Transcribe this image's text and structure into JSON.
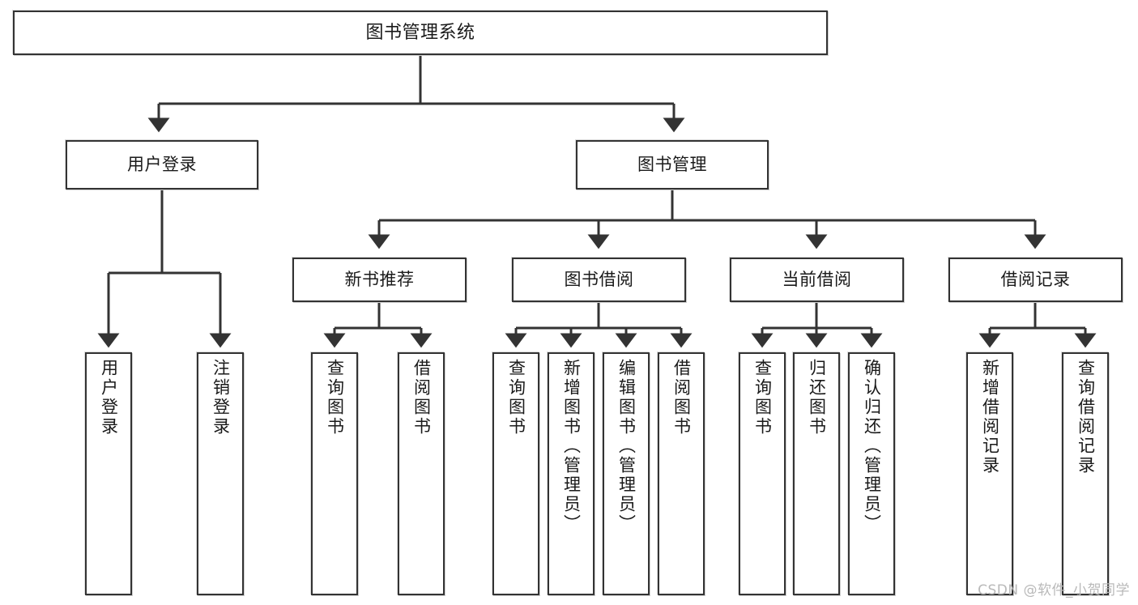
{
  "diagram": {
    "title": "图书管理系统",
    "type": "tree-hierarchy-chart",
    "root": {
      "label": "图书管理系统"
    },
    "level2": [
      {
        "label": "用户登录"
      },
      {
        "label": "图书管理"
      }
    ],
    "level3": [
      {
        "label": "新书推荐"
      },
      {
        "label": "图书借阅"
      },
      {
        "label": "当前借阅"
      },
      {
        "label": "借阅记录"
      }
    ],
    "leaves": {
      "user_login": [
        {
          "label": "用户登录"
        },
        {
          "label": "注销登录"
        }
      ],
      "new_book_recommend": [
        {
          "label": "查询图书"
        },
        {
          "label": "借阅图书"
        }
      ],
      "book_borrow": [
        {
          "label": "查询图书"
        },
        {
          "label": "新增图书（管理员）"
        },
        {
          "label": "编辑图书（管理员）"
        },
        {
          "label": "借阅图书"
        }
      ],
      "current_borrow": [
        {
          "label": "查询图书"
        },
        {
          "label": "归还图书"
        },
        {
          "label": "确认归还（管理员）"
        }
      ],
      "borrow_record": [
        {
          "label": "新增借阅记录"
        },
        {
          "label": "查询借阅记录"
        }
      ]
    }
  },
  "watermark": {
    "text": "CSDN @软件_小贺同学"
  },
  "colors": {
    "border": "#333333",
    "background": "#ffffff",
    "text": "#1a1a1a",
    "watermark": "#b9b9b9",
    "connector": "#333333"
  }
}
